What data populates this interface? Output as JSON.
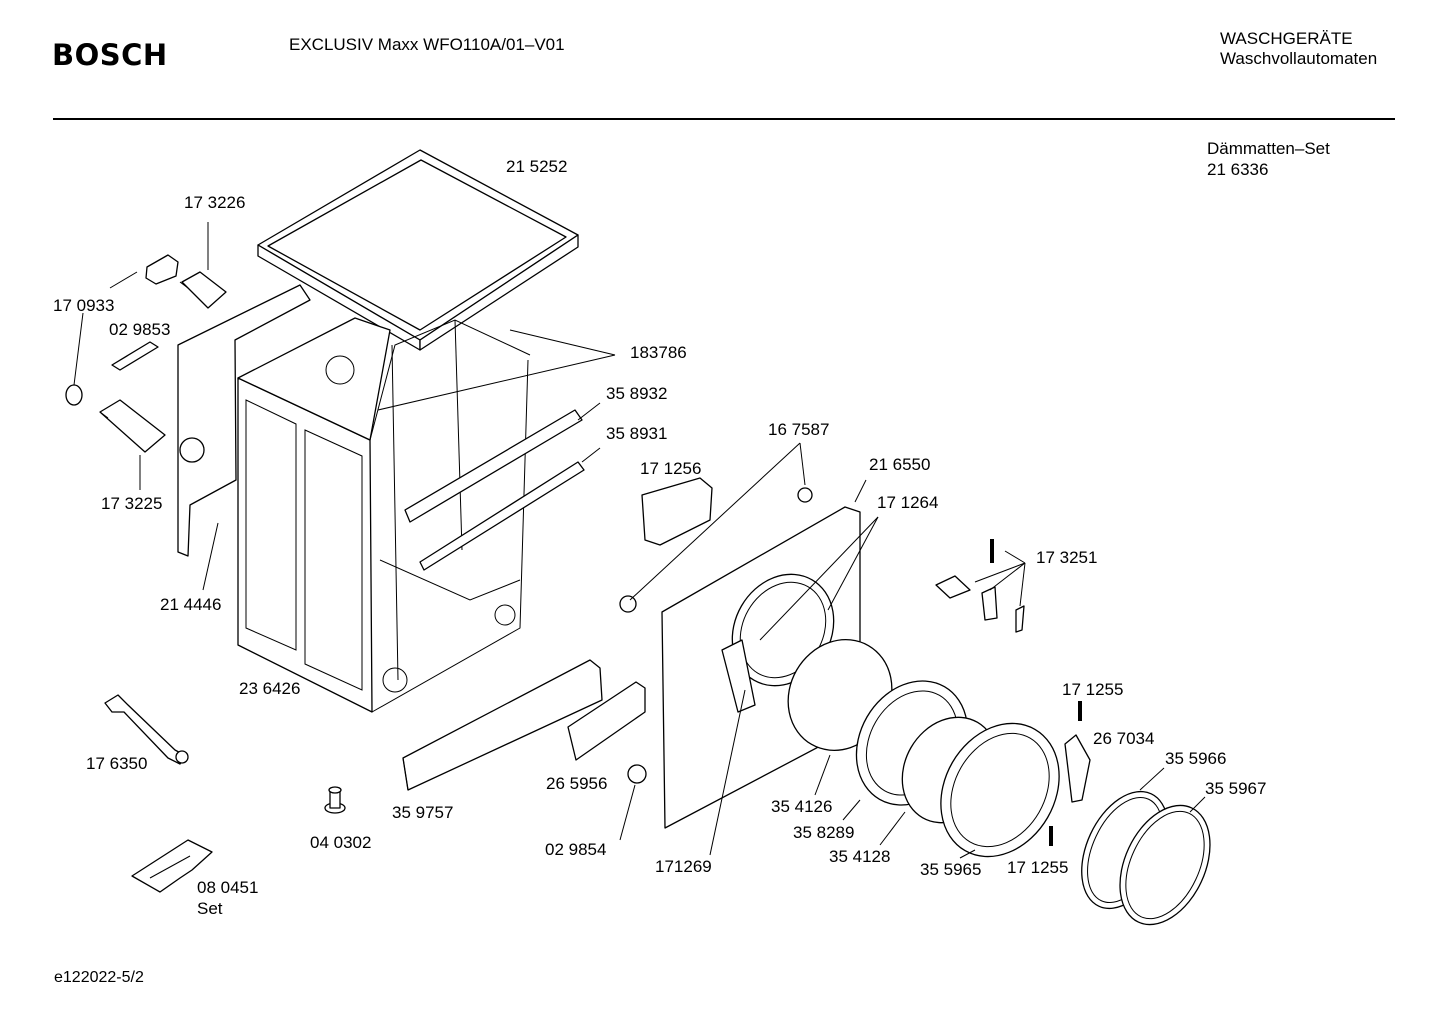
{
  "header": {
    "brand": "BOSCH",
    "model": "EXCLUSIV Maxx WFO110A/01–V01",
    "category_line1": "WASCHGERÄTE",
    "category_line2": "Waschvollautomaten"
  },
  "set_note": {
    "line1": "Dämmatten–Set",
    "line2": "21 6336"
  },
  "footer": {
    "code": "e122022-5/2"
  },
  "parts": [
    {
      "id": "p215252",
      "label": "21 5252"
    },
    {
      "id": "p173226",
      "label": "17 3226"
    },
    {
      "id": "p170933",
      "label": "17 0933"
    },
    {
      "id": "p029853",
      "label": "02 9853"
    },
    {
      "id": "p183786",
      "label": "183786"
    },
    {
      "id": "p358932",
      "label": "35 8932"
    },
    {
      "id": "p358931",
      "label": "35 8931"
    },
    {
      "id": "p167587",
      "label": "16 7587"
    },
    {
      "id": "p171256",
      "label": "17 1256"
    },
    {
      "id": "p216550",
      "label": "21 6550"
    },
    {
      "id": "p171264",
      "label": "17 1264"
    },
    {
      "id": "p173225",
      "label": "17 3225"
    },
    {
      "id": "p173251",
      "label": "17 3251"
    },
    {
      "id": "p214446",
      "label": "21 4446"
    },
    {
      "id": "p236426",
      "label": "23 6426"
    },
    {
      "id": "p171255a",
      "label": "17 1255"
    },
    {
      "id": "p267034",
      "label": "26 7034"
    },
    {
      "id": "p355966",
      "label": "35 5966"
    },
    {
      "id": "p355967",
      "label": "35 5967"
    },
    {
      "id": "p176350",
      "label": "17 6350"
    },
    {
      "id": "p265956",
      "label": "26 5956"
    },
    {
      "id": "p354126",
      "label": "35 4126"
    },
    {
      "id": "p359757",
      "label": "35 9757"
    },
    {
      "id": "p358289",
      "label": "35 8289"
    },
    {
      "id": "p040302",
      "label": "04 0302"
    },
    {
      "id": "p029854",
      "label": "02 9854"
    },
    {
      "id": "p354128",
      "label": "35 4128"
    },
    {
      "id": "p171269",
      "label": "171269"
    },
    {
      "id": "p355965",
      "label": "35 5965"
    },
    {
      "id": "p171255b",
      "label": "17 1255"
    },
    {
      "id": "p080451",
      "label": "08 0451"
    },
    {
      "id": "set",
      "label": "Set"
    }
  ]
}
